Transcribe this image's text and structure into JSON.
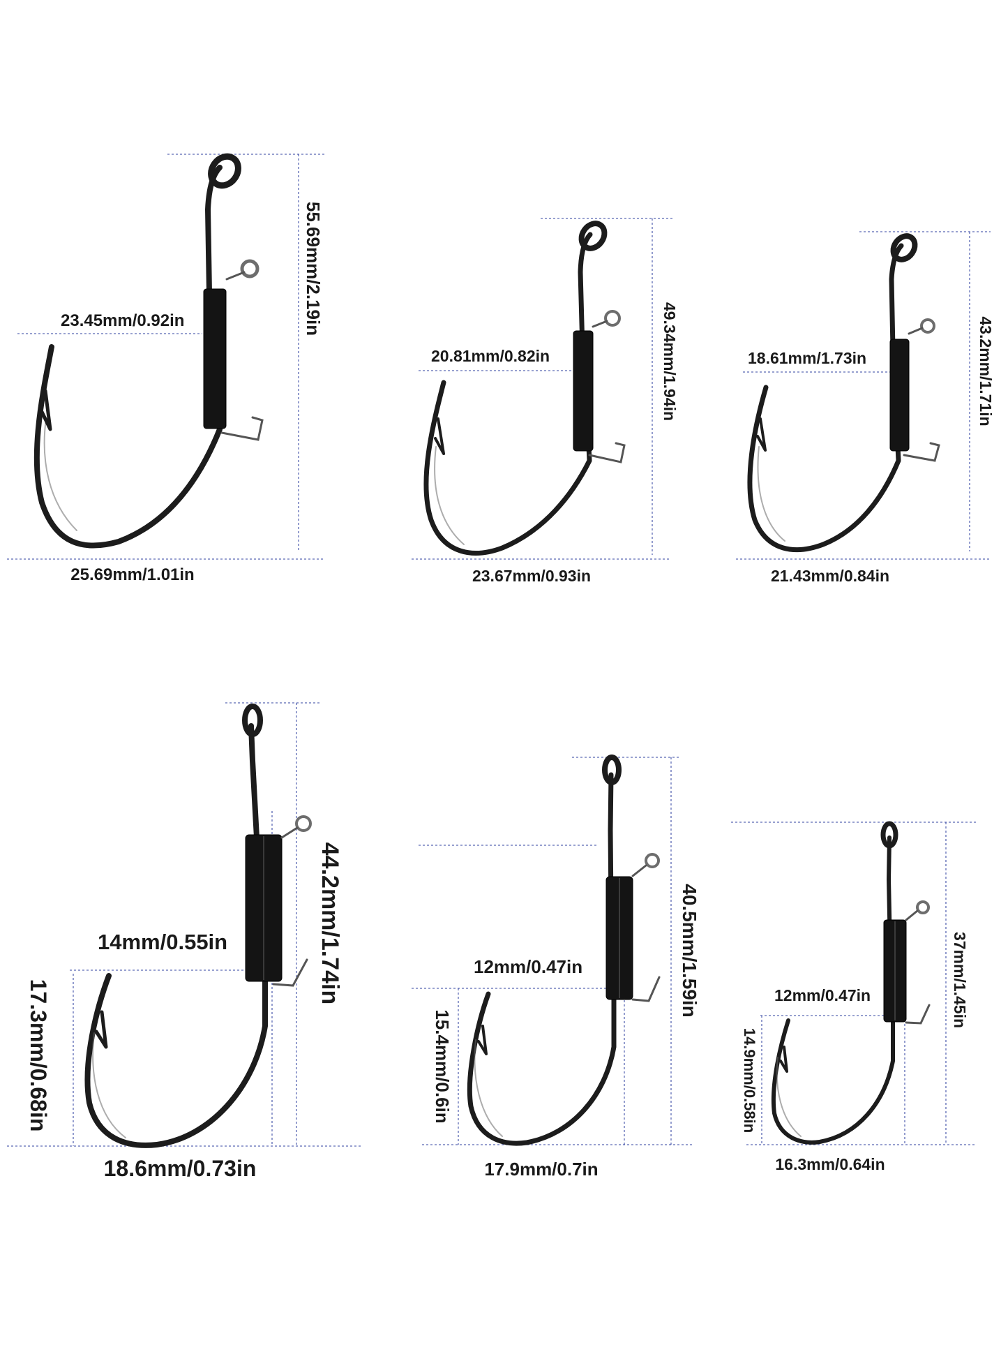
{
  "hooks": [
    {
      "height": "55.69mm/2.19in",
      "width": "25.69mm/1.01in",
      "gap": "23.45mm/0.92in"
    },
    {
      "height": "49.34mm/1.94in",
      "width": "23.67mm/0.93in",
      "gap": "20.81mm/0.82in"
    },
    {
      "height": "43.2mm/1.71in",
      "width": "21.43mm/0.84in",
      "gap": "18.61mm/1.73in"
    },
    {
      "height": "44.2mm/1.74in",
      "width": "18.6mm/0.73in",
      "gap": "14mm/0.55in",
      "point": "17.3mm/0.68in"
    },
    {
      "height": "40.5mm/1.59in",
      "width": "17.9mm/0.7in",
      "gap": "12mm/0.47in",
      "point": "15.4mm/0.6in"
    },
    {
      "height": "37mm/1.45in",
      "width": "16.3mm/0.64in",
      "gap": "12mm/0.47in",
      "point": "14.9mm/0.58in"
    }
  ],
  "colors": {
    "hook": "#1c1c1c",
    "dimension_line": "#3f4fa8"
  }
}
